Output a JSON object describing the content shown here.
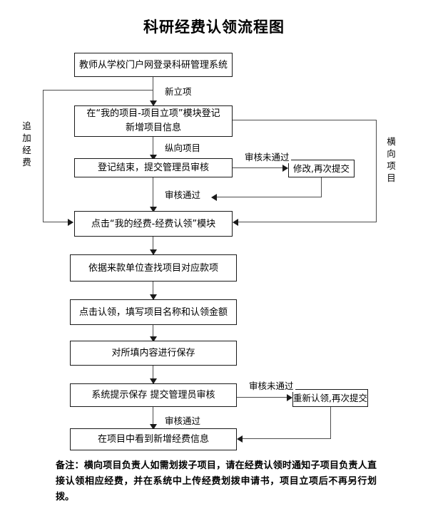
{
  "document": {
    "title": "科研经费认领流程图"
  },
  "flowchart": {
    "nodes": [
      {
        "id": "login",
        "label": "教师从学校门户网登录科研管理系统"
      },
      {
        "id": "register",
        "label_line1": "在“我的项目-项目立项”模块登记",
        "label_line2": "新增项目信息"
      },
      {
        "id": "submit",
        "label": "登记结束，提交管理员审核"
      },
      {
        "id": "modify",
        "label": "修改,再次提交"
      },
      {
        "id": "claim_mod",
        "label": "点击“我的经费-经费认领”模块"
      },
      {
        "id": "find_fund",
        "label": "依据来款单位查找项目对应款项"
      },
      {
        "id": "fill_claim",
        "label": "点击认领，填写项目名称和认领金额"
      },
      {
        "id": "save",
        "label": "对所填内容进行保存"
      },
      {
        "id": "sys_submit",
        "label": "系统提示保存  提交管理员审核"
      },
      {
        "id": "reclaim",
        "label": "重新认领,再次提交"
      },
      {
        "id": "see_info",
        "label": "在项目中看到新增经费信息"
      }
    ],
    "edge_labels": [
      {
        "id": "new_project",
        "text": "新立项"
      },
      {
        "id": "vertical_project",
        "text": "纵向项目"
      },
      {
        "id": "review_fail_1",
        "text": "审核未通过"
      },
      {
        "id": "review_pass_1",
        "text": "审核通过"
      },
      {
        "id": "review_fail_2",
        "text": "审核未通过"
      },
      {
        "id": "review_pass_2",
        "text": "审核通过"
      }
    ],
    "side_labels": [
      {
        "id": "extra_fund",
        "text": "追加经费"
      },
      {
        "id": "horizontal_project",
        "text": "横向项目"
      }
    ]
  },
  "footer": {
    "note": "备注：横向项目负责人如需划拨子项目，请在经费认领时通知子项目负责人直接认领相应经费，并在系统中上传经费划拨申请书，项目立项后不再另行划拨。"
  },
  "theme": {
    "page_background": "#ffffff",
    "box_border": "#1a1a1a",
    "connector": "#4d4d4d",
    "text": "#000000"
  }
}
